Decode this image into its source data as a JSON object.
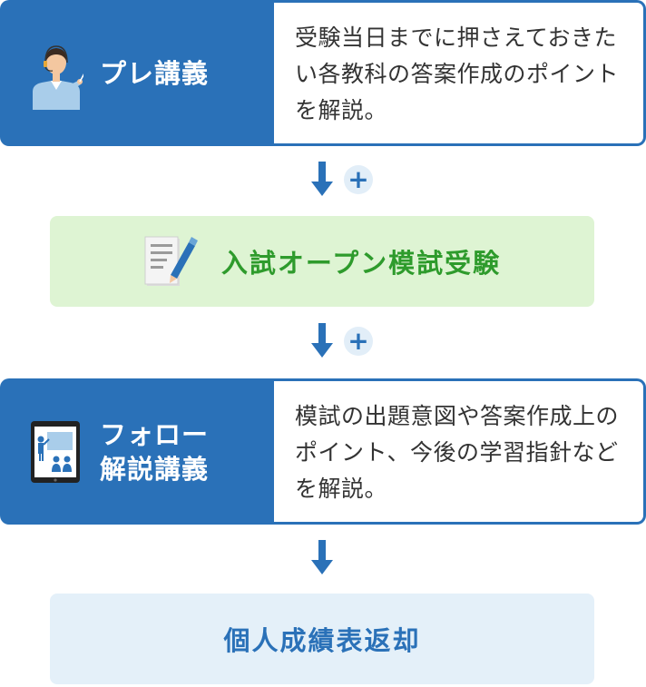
{
  "pre_lecture": {
    "title": "プレ講義",
    "description": "受験当日までに押さえておきたい各教科の答案作成のポイントを解説。",
    "icon": "teacher-pointer-icon"
  },
  "plus_symbol": "+",
  "mock_exam": {
    "title": "入試オープン模試受験",
    "icon": "test-paper-pencil-icon"
  },
  "follow_lecture": {
    "title_line1": "フォロー",
    "title_line2": "解説講義",
    "description": "模試の出題意図や答案作成上のポイント、今後の学習指針などを解説。",
    "icon": "tablet-lecture-icon"
  },
  "result": {
    "title": "個人成績表返却"
  },
  "colors": {
    "primary_blue": "#2a71b8",
    "green_text": "#2e9b2c",
    "green_bg": "#def4d3",
    "light_blue_bg": "#e4f0f9",
    "plus_bg": "#e2eef8"
  }
}
